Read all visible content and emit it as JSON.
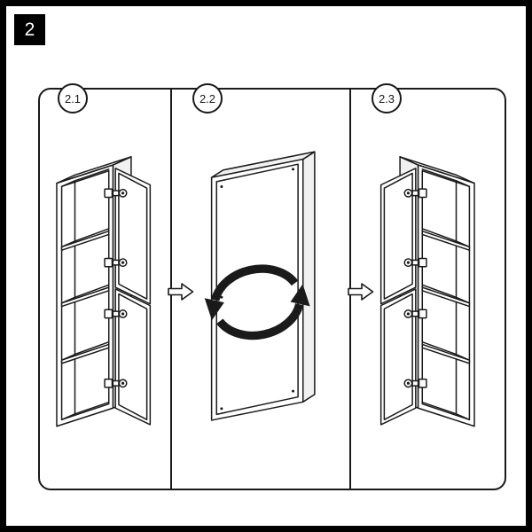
{
  "step_badge": {
    "number": "2"
  },
  "substeps": [
    {
      "label": "2.1",
      "figure": "cabinet-doors-open-hinges-right"
    },
    {
      "label": "2.2",
      "figure": "cabinet-back-panel-rotate-180"
    },
    {
      "label": "2.3",
      "figure": "cabinet-doors-open-hinges-left"
    }
  ],
  "icons": {
    "rotate_icon": "two-curved-arrows-rotate-180",
    "arrow_right_icon": "block-arrow-right",
    "hinge_icon": "door-hinge"
  },
  "colors": {
    "line": "#1a1a1a",
    "paper": "#ffffff",
    "shade": "#f1f1f1",
    "badge_bg": "#000000",
    "badge_text": "#ffffff"
  }
}
